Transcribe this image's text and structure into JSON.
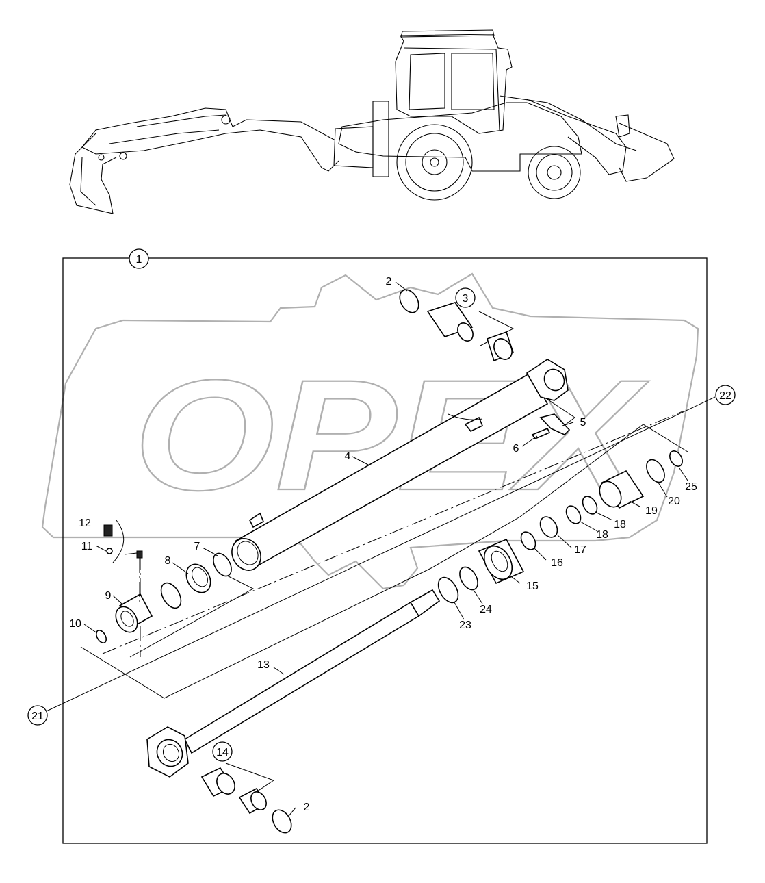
{
  "watermark": {
    "text": "OPEX"
  },
  "callouts": {
    "c1": "1",
    "c2a": "2",
    "c2b": "2",
    "c3": "3",
    "c4": "4",
    "c5": "5",
    "c6": "6",
    "c7": "7",
    "c8": "8",
    "c9": "9",
    "c10": "10",
    "c11": "11",
    "c12": "12",
    "c13": "13",
    "c14": "14",
    "c15": "15",
    "c16": "16",
    "c17": "17",
    "c18a": "18",
    "c18b": "18",
    "c19": "19",
    "c20": "20",
    "c21": "21",
    "c22": "22",
    "c23": "23",
    "c24": "24",
    "c25": "25"
  }
}
